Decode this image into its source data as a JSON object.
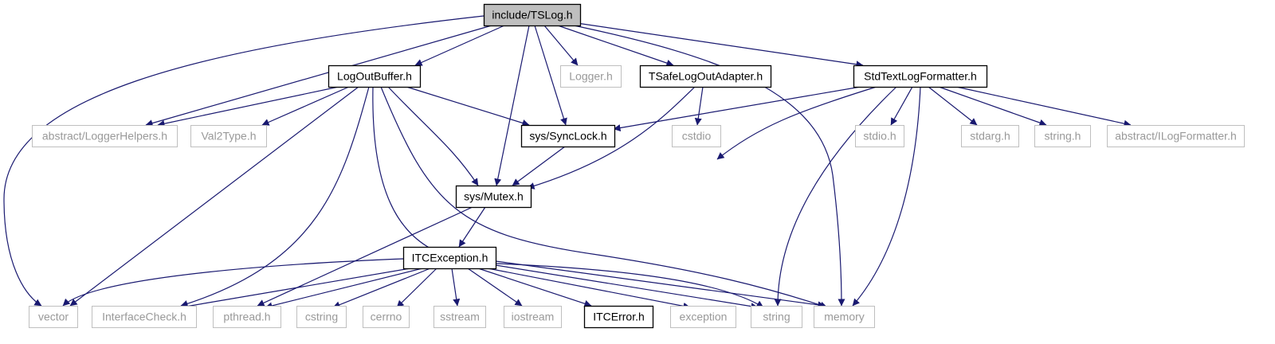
{
  "colors": {
    "edge": "#191970",
    "border_doc": "#000000",
    "border_undoc": "#bfbfbf",
    "text_doc": "#000000",
    "text_undoc": "#999999",
    "root_fill": "#bfbfbf",
    "node_fill": "#ffffff"
  },
  "nodes": [
    {
      "id": "tslog",
      "label": "include/TSLog.h",
      "kind": "root"
    },
    {
      "id": "logoutbuffer",
      "label": "LogOutBuffer.h",
      "kind": "doc"
    },
    {
      "id": "logger",
      "label": "Logger.h",
      "kind": "undoc"
    },
    {
      "id": "tsafe",
      "label": "TSafeLogOutAdapter.h",
      "kind": "doc"
    },
    {
      "id": "stdtext",
      "label": "StdTextLogFormatter.h",
      "kind": "doc"
    },
    {
      "id": "loggerhelpers",
      "label": "abstract/LoggerHelpers.h",
      "kind": "undoc"
    },
    {
      "id": "val2type",
      "label": "Val2Type.h",
      "kind": "undoc"
    },
    {
      "id": "synclock",
      "label": "sys/SyncLock.h",
      "kind": "doc"
    },
    {
      "id": "cstdio",
      "label": "cstdio",
      "kind": "undoc"
    },
    {
      "id": "stdioh",
      "label": "stdio.h",
      "kind": "undoc"
    },
    {
      "id": "stdargh",
      "label": "stdarg.h",
      "kind": "undoc"
    },
    {
      "id": "stringh",
      "label": "string.h",
      "kind": "undoc"
    },
    {
      "id": "ilogformatter",
      "label": "abstract/ILogFormatter.h",
      "kind": "undoc"
    },
    {
      "id": "mutex",
      "label": "sys/Mutex.h",
      "kind": "doc"
    },
    {
      "id": "itcexception",
      "label": "ITCException.h",
      "kind": "doc"
    },
    {
      "id": "vector",
      "label": "vector",
      "kind": "undoc"
    },
    {
      "id": "interfacecheck",
      "label": "InterfaceCheck.h",
      "kind": "undoc"
    },
    {
      "id": "pthread",
      "label": "pthread.h",
      "kind": "undoc"
    },
    {
      "id": "cstring",
      "label": "cstring",
      "kind": "undoc"
    },
    {
      "id": "cerrno",
      "label": "cerrno",
      "kind": "undoc"
    },
    {
      "id": "sstream",
      "label": "sstream",
      "kind": "undoc"
    },
    {
      "id": "iostream",
      "label": "iostream",
      "kind": "undoc"
    },
    {
      "id": "itcerror",
      "label": "ITCError.h",
      "kind": "doc"
    },
    {
      "id": "exception",
      "label": "exception",
      "kind": "undoc"
    },
    {
      "id": "string",
      "label": "string",
      "kind": "undoc"
    },
    {
      "id": "memory",
      "label": "memory",
      "kind": "undoc"
    }
  ],
  "edges": [
    {
      "from": "tslog",
      "to": "logoutbuffer"
    },
    {
      "from": "tslog",
      "to": "logger"
    },
    {
      "from": "tslog",
      "to": "tsafe"
    },
    {
      "from": "tslog",
      "to": "stdtext"
    },
    {
      "from": "tslog",
      "to": "loggerhelpers"
    },
    {
      "from": "tslog",
      "to": "vector"
    },
    {
      "from": "tslog",
      "to": "synclock"
    },
    {
      "from": "tslog",
      "to": "mutex"
    },
    {
      "from": "tslog",
      "to": "memory"
    },
    {
      "from": "logoutbuffer",
      "to": "loggerhelpers"
    },
    {
      "from": "logoutbuffer",
      "to": "val2type"
    },
    {
      "from": "logoutbuffer",
      "to": "synclock"
    },
    {
      "from": "logoutbuffer",
      "to": "mutex"
    },
    {
      "from": "logoutbuffer",
      "to": "vector"
    },
    {
      "from": "logoutbuffer",
      "to": "interfacecheck"
    },
    {
      "from": "logoutbuffer",
      "to": "string"
    },
    {
      "from": "logoutbuffer",
      "to": "memory"
    },
    {
      "from": "tsafe",
      "to": "cstdio"
    },
    {
      "from": "tsafe",
      "to": "mutex"
    },
    {
      "from": "stdtext",
      "to": "synclock"
    },
    {
      "from": "stdtext",
      "to": "mutex"
    },
    {
      "from": "stdtext",
      "to": "stdioh"
    },
    {
      "from": "stdtext",
      "to": "stdargh"
    },
    {
      "from": "stdtext",
      "to": "stringh"
    },
    {
      "from": "stdtext",
      "to": "ilogformatter"
    },
    {
      "from": "stdtext",
      "to": "string"
    },
    {
      "from": "stdtext",
      "to": "memory"
    },
    {
      "from": "synclock",
      "to": "mutex"
    },
    {
      "from": "mutex",
      "to": "itcexception"
    },
    {
      "from": "mutex",
      "to": "pthread"
    },
    {
      "from": "itcexception",
      "to": "vector"
    },
    {
      "from": "itcexception",
      "to": "interfacecheck"
    },
    {
      "from": "itcexception",
      "to": "pthread"
    },
    {
      "from": "itcexception",
      "to": "cstring"
    },
    {
      "from": "itcexception",
      "to": "cerrno"
    },
    {
      "from": "itcexception",
      "to": "sstream"
    },
    {
      "from": "itcexception",
      "to": "iostream"
    },
    {
      "from": "itcexception",
      "to": "itcerror"
    },
    {
      "from": "itcexception",
      "to": "exception"
    },
    {
      "from": "itcexception",
      "to": "string"
    },
    {
      "from": "itcexception",
      "to": "memory"
    }
  ]
}
